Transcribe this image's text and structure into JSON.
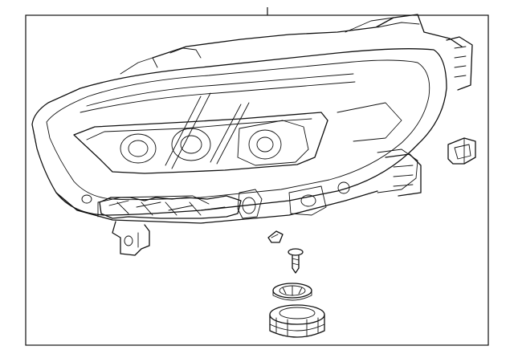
{
  "diagram": {
    "parts": [
      {
        "name": "headlamp-assembly"
      },
      {
        "name": "mounting-bracket"
      },
      {
        "name": "clip"
      },
      {
        "name": "screw"
      },
      {
        "name": "grommet"
      },
      {
        "name": "bulb-cap"
      }
    ]
  }
}
